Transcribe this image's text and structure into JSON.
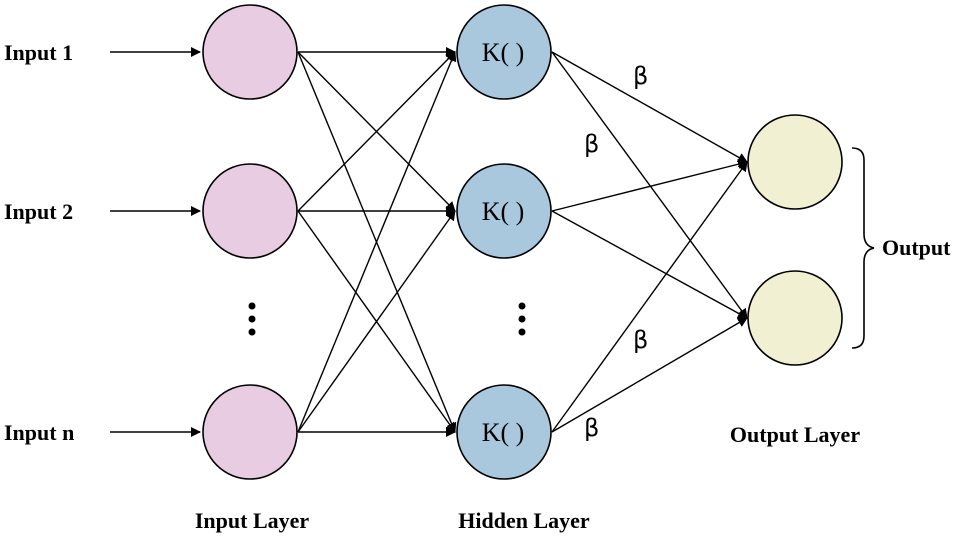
{
  "inputs": {
    "labels": [
      "Input 1",
      "Input 2",
      "Input n"
    ]
  },
  "hidden": {
    "node_label": "K( )"
  },
  "weights": {
    "symbol": "β",
    "count": 4
  },
  "layers": {
    "input": "Input Layer",
    "hidden": "Hidden Layer",
    "output": "Output Layer"
  },
  "output_label": "Output",
  "colors": {
    "input_node": "#e8cce2",
    "hidden_node": "#a9c8de",
    "output_node": "#f2f0d2",
    "line": "#000000"
  }
}
